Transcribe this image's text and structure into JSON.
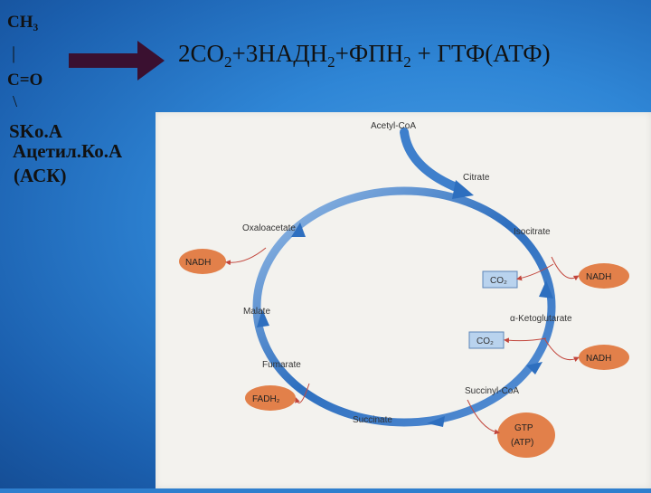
{
  "molecule": {
    "ch3": "CH₃",
    "bond_vertical": "|",
    "co": "C=O",
    "bond_diag": "\\",
    "skoa": "SKo.A",
    "name": "Ацетил.Ко.А",
    "abbr": "(АСК)"
  },
  "formula": {
    "p1": "2CO",
    "s1": "2",
    "p2": "+3НАДН",
    "s2": "2",
    "p3": "+ФПН",
    "s3": "2",
    "p4": " + ГТФ(АТФ)"
  },
  "cycle": {
    "acetyl_coa": "Acetyl-CoA",
    "citrate": "Citrate",
    "isocitrate": "Isocitrate",
    "ketoglutarate": "α-Ketoglutarate",
    "succinyl_coa": "Succinyl-CoA",
    "succinate": "Succinate",
    "fumarate": "Fumarate",
    "malate": "Malate",
    "oxaloacetate": "Oxaloacetate",
    "co2_a": "CO₂",
    "co2_b": "CO₂",
    "nadh_left": "NADH",
    "nadh_right_1": "NADH",
    "nadh_right_2": "NADH",
    "fadh2": "FADH₂",
    "gtp": "GTP",
    "atp": "(ATP)"
  },
  "colors": {
    "cycle_blue": "#2e6fbf",
    "cofactor_orange": "#e2804a",
    "arrow_dark": "#3a1030",
    "co2_box": "#b9d3ee"
  }
}
